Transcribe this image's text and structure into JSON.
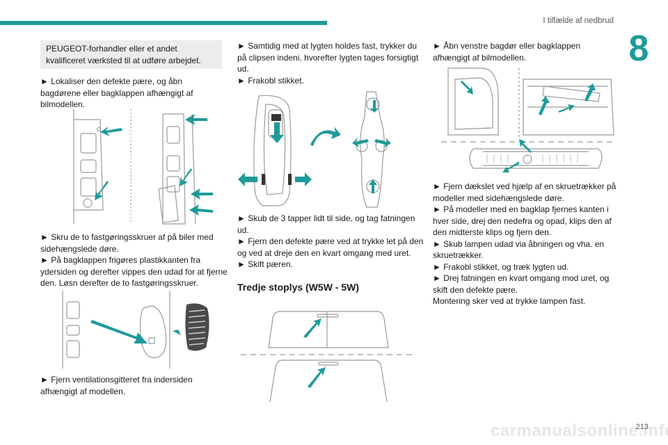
{
  "header": {
    "title": "I tilfælde af nedbrud",
    "chapter": "8",
    "page_number": "213"
  },
  "watermark": "carmanualsonline.info",
  "col1": {
    "note": "PEUGEOT-forhandler eller et andet kvalificeret værksted til at udføre arbejdet.",
    "step1": "► Lokaliser den defekte pære, og åbn bagdørene eller bagklappen afhængigt af bilmodellen.",
    "step2a": "► Skru de to fastgøringsskruer af på biler med sidehængslede døre.",
    "step2b": "► På bagklappen frigøres plastikkanten fra ydersiden og derefter vippes den udad for at fjerne den. Løsn derefter de to fastgøringsskruer.",
    "step3": "► Fjern ventilationsgitteret fra indersiden afhængigt af modellen."
  },
  "col2": {
    "step1": "► Samtidig med at lygten holdes fast, trykker du på clipsen indeni, hvorefter lygten tages forsigtigt ud.",
    "step2": "► Frakobl stikket.",
    "step3": "► Skub de 3 tapper lidt til side, og tag fatningen ud.",
    "step4": "► Fjern den defekte pære ved at trykke let på den og ved at dreje den en kvart omgang med uret.",
    "step5": "► Skift pæren.",
    "heading": "Tredje stoplys (W5W - 5W)"
  },
  "col3": {
    "step1": "► Åbn venstre bagdør eller bagklappen afhængigt af bilmodellen.",
    "step2": "► Fjern dækslet ved hjælp af en skruetrækker på modeller med sidehængslede døre.",
    "step3": "► På modeller med en bagklap fjernes kanten i hver side, drej den nedefra og opad, klips den af den midterste klips og fjern den.",
    "step4": "► Skub lampen udad via åbningen og vha. en skruetrækker.",
    "step5": "► Frakobl stikket, og træk lygten ud.",
    "step6": "► Drej fatningen en kvart omgang mod uret, og skift den defekte pære.",
    "step7": "Montering sker ved at trykke lampen fast."
  },
  "colors": {
    "accent": "#1f9a9a",
    "line": "#9a9a9a"
  }
}
